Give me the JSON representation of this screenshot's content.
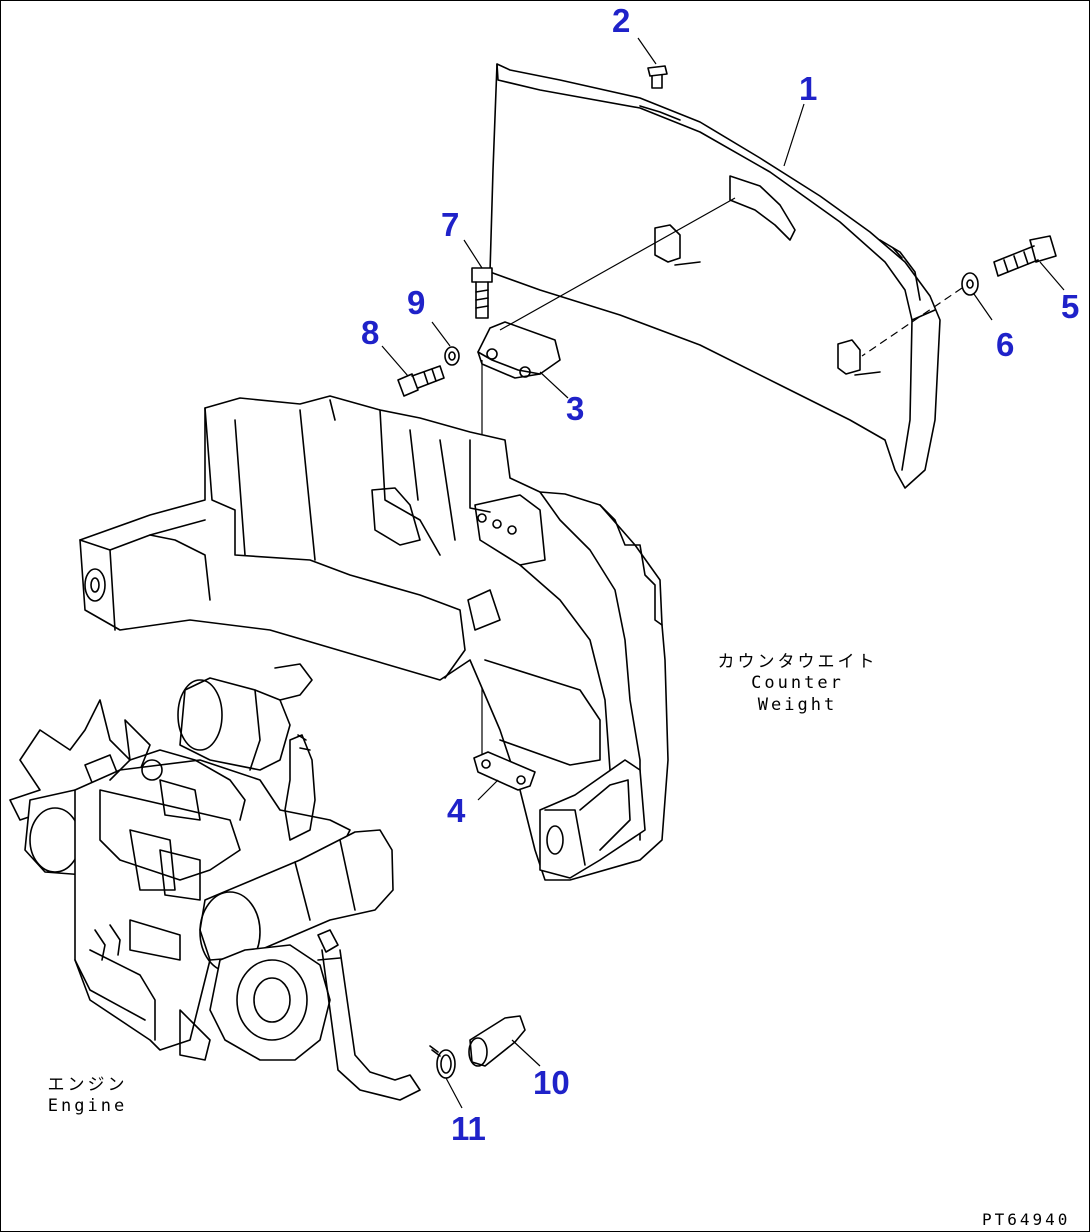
{
  "callouts": {
    "c1": "1",
    "c2": "2",
    "c3": "3",
    "c4": "4",
    "c5": "5",
    "c6": "6",
    "c7": "7",
    "c8": "8",
    "c9": "9",
    "c10": "10",
    "c11": "11"
  },
  "labels": {
    "counterweight_jp": "カウンタウエイト",
    "counterweight_en": "Counter Weight",
    "engine_jp": "エンジン",
    "engine_en": "Engine"
  },
  "drawing_code": "PT64940",
  "colors": {
    "callout": "#1f22c9",
    "line": "#000000",
    "background": "#ffffff"
  }
}
